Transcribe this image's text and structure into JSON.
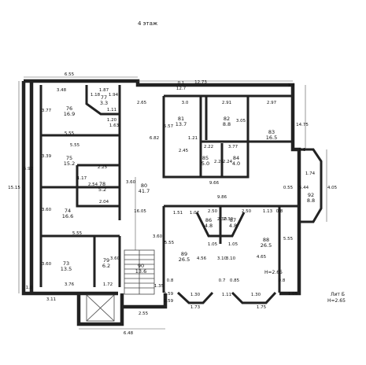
{
  "title": "4 этаж",
  "footnote": {
    "line1": "Лит Б",
    "line2": "H=2.65"
  },
  "rooms": [
    {
      "id": "76",
      "area": "16.9"
    },
    {
      "id": "77",
      "area": "3.3"
    },
    {
      "id": "75",
      "area": "15.2"
    },
    {
      "id": "78",
      "area": "5.2"
    },
    {
      "id": "74",
      "area": "16.6"
    },
    {
      "id": "73",
      "area": "13.5"
    },
    {
      "id": "79",
      "area": "6.2"
    },
    {
      "id": "80",
      "area": "41.7"
    },
    {
      "id": "90",
      "area": "13.6"
    },
    {
      "id": "81",
      "area": "13.7"
    },
    {
      "id": "82",
      "area": "8.8"
    },
    {
      "id": "83",
      "area": "16.5"
    },
    {
      "id": "85",
      "area": "5.0"
    },
    {
      "id": "84",
      "area": "4.0"
    },
    {
      "id": "92",
      "area": "8.8"
    },
    {
      "id": "86",
      "area": "4.8"
    },
    {
      "id": "87",
      "area": "4.8"
    },
    {
      "id": "88",
      "area": "26.5"
    },
    {
      "id": "89",
      "area": "26.5"
    }
  ],
  "height_note": "H=2.65",
  "dimensions": [
    "6.55",
    "3.48",
    "1.87",
    "1.18",
    "1.94",
    "1.11",
    "1.20",
    "1.63",
    "3.77",
    "5.55",
    "5.55",
    "3.39",
    "2.25",
    "2.54",
    "2.04",
    "1.17",
    "3.60",
    "3.60",
    "5.55",
    "3.60",
    "3.76",
    "1.72",
    "3.60",
    "1.0",
    "3.11",
    "6.48",
    "2.55",
    "15.15",
    "5.92",
    "16.05",
    "3.60",
    "1.35",
    "0.59",
    "2.65",
    "12.73",
    "1.0",
    "3.0",
    "2.91",
    "2.97",
    "3.05",
    "5.57",
    "6.82",
    "2.45",
    "1.21",
    "2.22",
    "3.77",
    "2.24",
    "2.24",
    "9.66",
    "14.75",
    "0.8",
    "1.74",
    "5.44",
    "4.05",
    "0.55",
    "9.86",
    "1.51",
    "1.07",
    "2.50",
    "2.50",
    "2.30",
    "2.30",
    "1.05",
    "1.05",
    "1.13",
    "0.8",
    "5.55",
    "5.55",
    "3.10",
    "3.10",
    "4.56",
    "4.65",
    "0.8",
    "0.7",
    "0.85",
    "0.8",
    "1.30",
    "1.11",
    "1.30",
    "1.73",
    "1.75",
    "1.05",
    "0.59",
    "12.7",
    "0.1"
  ]
}
